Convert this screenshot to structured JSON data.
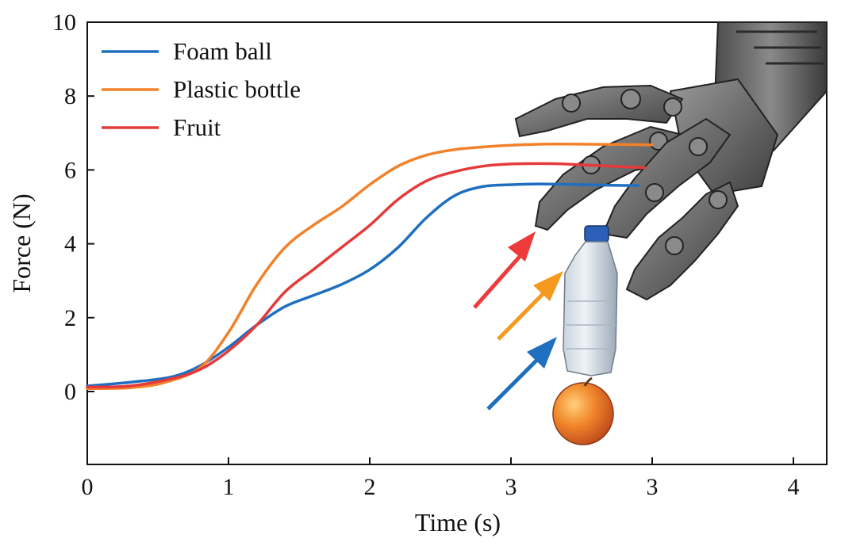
{
  "chart_data": {
    "type": "line",
    "title": "",
    "xlabel": "Time (s)",
    "ylabel": "Force (N)",
    "xlim": [
      0,
      4.25
    ],
    "ylim": [
      -2,
      10
    ],
    "x_ticks": [
      {
        "value": 0,
        "label": "0"
      },
      {
        "value": 1,
        "label": "1"
      },
      {
        "value": 2,
        "label": "2"
      },
      {
        "value": 3,
        "label": "3"
      },
      {
        "value": 4,
        "label": "3"
      },
      {
        "value": 5,
        "label": "4"
      }
    ],
    "y_ticks": [
      {
        "value": 0,
        "label": "0"
      },
      {
        "value": 2,
        "label": "2"
      },
      {
        "value": 4,
        "label": "4"
      },
      {
        "value": 6,
        "label": "6"
      },
      {
        "value": 8,
        "label": "8"
      },
      {
        "value": 10,
        "label": "10"
      }
    ],
    "grid": false,
    "legend": "top-left",
    "series": [
      {
        "name": "Foam ball",
        "color": "#1f6fc0",
        "points": [
          [
            0,
            0.15
          ],
          [
            0.3,
            0.25
          ],
          [
            0.6,
            0.4
          ],
          [
            0.8,
            0.7
          ],
          [
            1.0,
            1.2
          ],
          [
            1.2,
            1.8
          ],
          [
            1.4,
            2.3
          ],
          [
            1.6,
            2.6
          ],
          [
            1.8,
            2.9
          ],
          [
            2.0,
            3.3
          ],
          [
            2.2,
            3.9
          ],
          [
            2.4,
            4.7
          ],
          [
            2.6,
            5.3
          ],
          [
            2.8,
            5.55
          ],
          [
            3.0,
            5.6
          ],
          [
            3.2,
            5.62
          ],
          [
            3.5,
            5.6
          ],
          [
            3.8,
            5.58
          ],
          [
            3.9,
            5.58
          ]
        ]
      },
      {
        "name": "Plastic bottle",
        "color": "#f2812a",
        "points": [
          [
            0,
            0.08
          ],
          [
            0.3,
            0.1
          ],
          [
            0.55,
            0.25
          ],
          [
            0.8,
            0.65
          ],
          [
            1.0,
            1.6
          ],
          [
            1.2,
            2.9
          ],
          [
            1.4,
            3.9
          ],
          [
            1.6,
            4.5
          ],
          [
            1.8,
            5.0
          ],
          [
            2.0,
            5.6
          ],
          [
            2.2,
            6.1
          ],
          [
            2.4,
            6.4
          ],
          [
            2.6,
            6.55
          ],
          [
            2.8,
            6.62
          ],
          [
            3.0,
            6.67
          ],
          [
            3.3,
            6.7
          ],
          [
            3.7,
            6.69
          ],
          [
            4.0,
            6.68
          ]
        ]
      },
      {
        "name": "Fruit",
        "color": "#e63a3a",
        "points": [
          [
            0,
            0.12
          ],
          [
            0.3,
            0.15
          ],
          [
            0.6,
            0.35
          ],
          [
            0.8,
            0.6
          ],
          [
            1.0,
            1.1
          ],
          [
            1.2,
            1.8
          ],
          [
            1.4,
            2.7
          ],
          [
            1.6,
            3.3
          ],
          [
            1.8,
            3.9
          ],
          [
            2.0,
            4.5
          ],
          [
            2.2,
            5.2
          ],
          [
            2.4,
            5.7
          ],
          [
            2.6,
            5.95
          ],
          [
            2.8,
            6.1
          ],
          [
            3.0,
            6.16
          ],
          [
            3.3,
            6.17
          ],
          [
            3.6,
            6.12
          ],
          [
            3.95,
            6.06
          ]
        ]
      }
    ]
  }
}
